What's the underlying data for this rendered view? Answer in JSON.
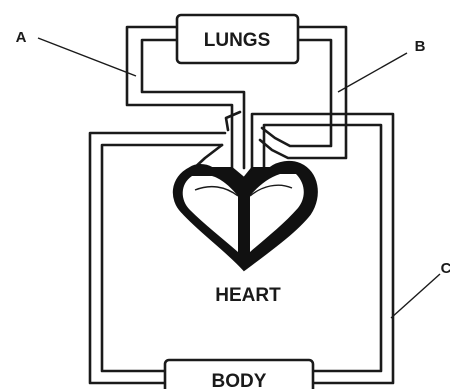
{
  "organs": {
    "lungs": "LUNGS",
    "heart": "HEART",
    "body": "BODY"
  },
  "pointers": {
    "a": "A",
    "b": "B",
    "c": "C"
  }
}
